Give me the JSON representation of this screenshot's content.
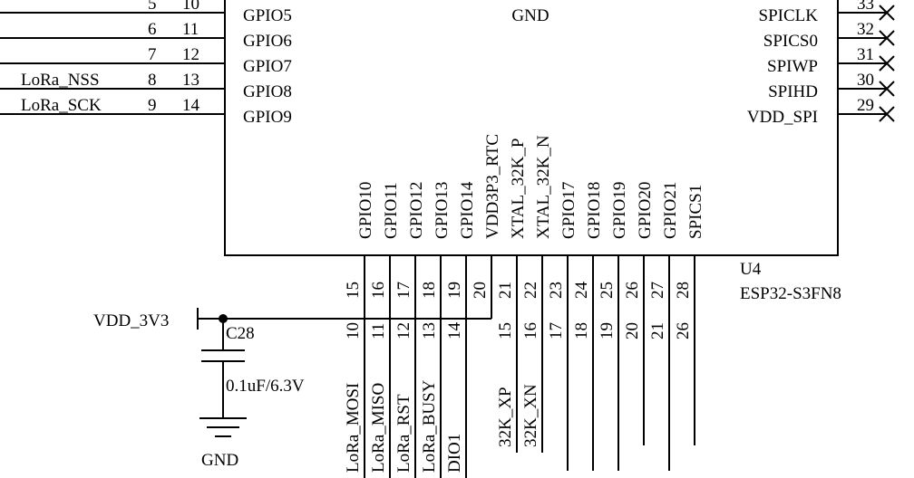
{
  "colors": {
    "ink": "#000000",
    "paper": "#ffffff"
  },
  "chip": {
    "ref": "U4",
    "part": "ESP32-S3FN8",
    "center_label": "GND",
    "left_pins": [
      {
        "name": "GPIO5",
        "inner": "10",
        "outer": "5"
      },
      {
        "name": "GPIO6",
        "inner": "11",
        "outer": "6"
      },
      {
        "name": "GPIO7",
        "inner": "12",
        "outer": "7"
      },
      {
        "name": "GPIO8",
        "inner": "13",
        "outer": "8",
        "net": "LoRa_NSS"
      },
      {
        "name": "GPIO9",
        "inner": "14",
        "outer": "9",
        "net": "LoRa_SCK"
      }
    ],
    "right_pins": [
      {
        "name": "SPICLK",
        "num": "33"
      },
      {
        "name": "SPICS0",
        "num": "32"
      },
      {
        "name": "SPIWP",
        "num": "31"
      },
      {
        "name": "SPIHD",
        "num": "30"
      },
      {
        "name": "VDD_SPI",
        "num": "29"
      }
    ],
    "bottom_pins": [
      {
        "name": "GPIO10",
        "num": "15",
        "ext": "10",
        "net": "LoRa_MOSI"
      },
      {
        "name": "GPIO11",
        "num": "16",
        "ext": "11",
        "net": "LoRa_MISO"
      },
      {
        "name": "GPIO12",
        "num": "17",
        "ext": "12",
        "net": "LoRa_RST"
      },
      {
        "name": "GPIO13",
        "num": "18",
        "ext": "13",
        "net": "LoRa_BUSY"
      },
      {
        "name": "GPIO14",
        "num": "19",
        "ext": "14",
        "net": "DIO1"
      },
      {
        "name": "VDD3P3_RTC",
        "num": "20",
        "ext": "",
        "net": ""
      },
      {
        "name": "XTAL_32K_P",
        "num": "21",
        "ext": "15",
        "net": "32K_XP"
      },
      {
        "name": "XTAL_32K_N",
        "num": "22",
        "ext": "16",
        "net": "32K_XN"
      },
      {
        "name": "GPIO17",
        "num": "23",
        "ext": "17",
        "net": ""
      },
      {
        "name": "GPIO18",
        "num": "24",
        "ext": "18",
        "net": ""
      },
      {
        "name": "GPIO19",
        "num": "25",
        "ext": "19",
        "net": ""
      },
      {
        "name": "GPIO20",
        "num": "26",
        "ext": "20",
        "net": ""
      },
      {
        "name": "GPIO21",
        "num": "27",
        "ext": "21",
        "net": ""
      },
      {
        "name": "SPICS1",
        "num": "28",
        "ext": "26",
        "net": ""
      }
    ]
  },
  "power": {
    "rail": "VDD_3V3",
    "ground": "GND"
  },
  "capacitor": {
    "ref": "C28",
    "value": "0.1uF/6.3V"
  }
}
